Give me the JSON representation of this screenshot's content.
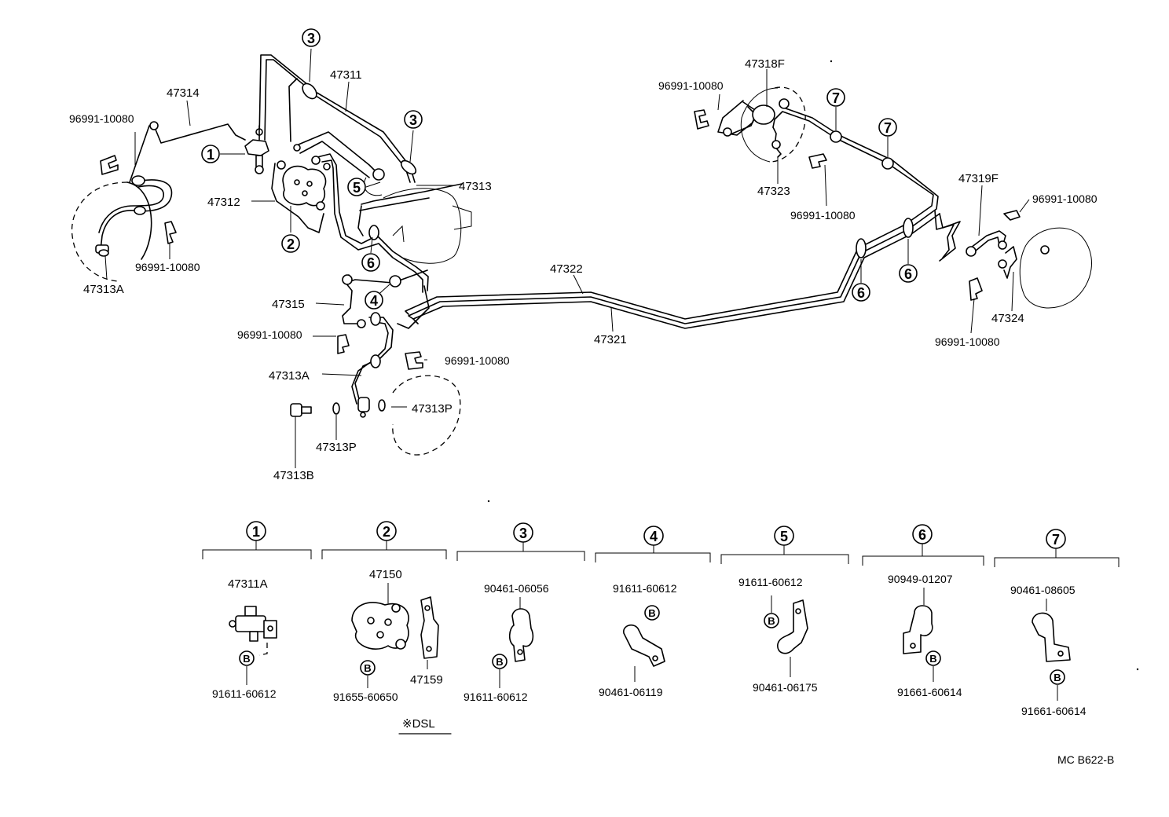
{
  "labels": {
    "p47314": "47314",
    "p47311": "47311",
    "p47312": "47312",
    "p47313": "47313",
    "p47313A_left": "47313A",
    "p47313A_mid": "47313A",
    "p47315": "47315",
    "p47313P_a": "47313P",
    "p47313P_b": "47313P",
    "p47313B": "47313B",
    "p47322": "47322",
    "p47321": "47321",
    "p47318F": "47318F",
    "p47323": "47323",
    "p47319F": "47319F",
    "p47324": "47324",
    "clip_a": "96991-10080",
    "clip_b": "96991-10080",
    "clip_c": "96991-10080",
    "clip_d": "96991-10080",
    "clip_e": "96991-10080",
    "clip_f": "96991-10080",
    "clip_g": "96991-10080",
    "clip_h": "96991-10080"
  },
  "callouts": {
    "c1": "1",
    "c2": "2",
    "c3a": "3",
    "c3b": "3",
    "c4": "4",
    "c5": "5",
    "c6a": "6",
    "c6b": "6",
    "c6c": "6",
    "c7a": "7",
    "c7b": "7"
  },
  "groups": [
    {
      "num": "1",
      "parts": [
        "47311A",
        "91611-60612"
      ]
    },
    {
      "num": "2",
      "parts": [
        "47150",
        "91655-60650",
        "47159"
      ]
    },
    {
      "num": "3",
      "parts": [
        "90461-06056",
        "91611-60612"
      ]
    },
    {
      "num": "4",
      "parts": [
        "91611-60612",
        "90461-06119"
      ]
    },
    {
      "num": "5",
      "parts": [
        "91611-60612",
        "90461-06175"
      ]
    },
    {
      "num": "6",
      "parts": [
        "90949-01207",
        "91661-60614"
      ]
    },
    {
      "num": "7",
      "parts": [
        "90461-08605",
        "91661-60614"
      ]
    }
  ],
  "bolt_mark": "B",
  "dsl_note": "※DSL",
  "footer_code": "MC  B622-B"
}
